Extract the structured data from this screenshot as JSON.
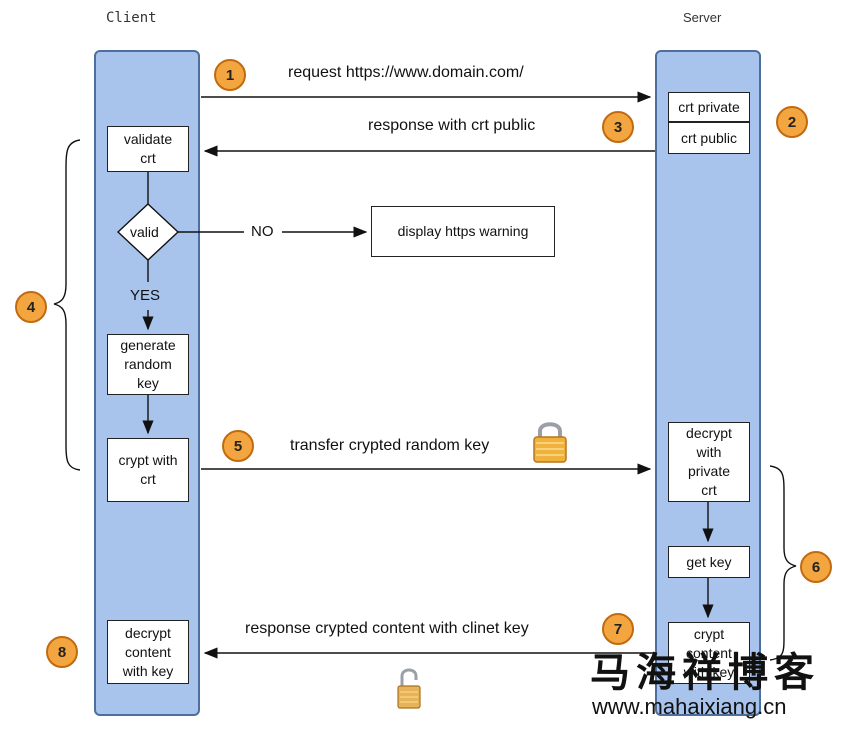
{
  "columns": {
    "client": "Client",
    "server": "Server"
  },
  "steps": [
    "1",
    "2",
    "3",
    "4",
    "5",
    "6",
    "7",
    "8"
  ],
  "messages": {
    "request": "request https://www.domain.com/",
    "response_crt": "response with crt public",
    "transfer": "transfer crypted random key",
    "response_content": "response crypted content with clinet key"
  },
  "client_boxes": {
    "validate": "validate\ncrt",
    "valid": "valid",
    "no": "NO",
    "warning": "display https warning",
    "yes": "YES",
    "generate": "generate\nrandom\nkey",
    "crypt": "crypt with\ncrt",
    "decrypt": "decrypt\ncontent\nwith key"
  },
  "server_boxes": {
    "crt_private": "crt private",
    "crt_public": "crt public",
    "decrypt": "decrypt\nwith\nprivate\ncrt",
    "get_key": "get key",
    "crypt": "crypt\ncontent\nwith key"
  },
  "watermark": {
    "brand": "马海祥博客",
    "url": "www.mahaixiang.cn"
  },
  "icons": {
    "lock_closed": "lock-icon",
    "lock_open": "unlocked-lock-icon"
  },
  "colors": {
    "lane_fill": "#a9c4ec",
    "lane_border": "#4d6f9e",
    "step_badge": "#f3a640"
  }
}
